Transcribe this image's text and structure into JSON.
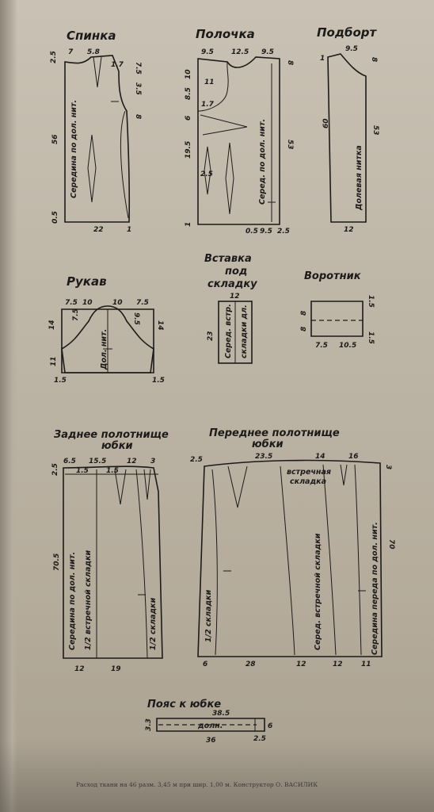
{
  "titles": {
    "spinka": "Спинка",
    "polochka": "Полочка",
    "podbort": "Подборт",
    "rukav": "Рукав",
    "vstavka_1": "Вставка",
    "vstavka_2": "под",
    "vstavka_3": "складку",
    "vorotnik": "Воротник",
    "back_skirt_1": "Заднее полотнище",
    "back_skirt_2": "юбки",
    "front_skirt_1": "Переднее полотнище",
    "front_skirt_2": "юбки",
    "belt": "Пояс к юбке"
  },
  "spinka": {
    "top": [
      "7",
      "5.8"
    ],
    "left_top": "2.5",
    "right": [
      "1.7",
      "7.5",
      "3.5",
      "8"
    ],
    "left_mid": "56",
    "left_bottom": "0.5",
    "bottom": [
      "22",
      "1"
    ],
    "grain": "Середина по дол. нит."
  },
  "polochka": {
    "top": [
      "9.5",
      "12.5",
      "9.5"
    ],
    "right_top": "8",
    "left": [
      "10",
      "11",
      "8.5",
      "1.7",
      "6",
      "19.5",
      "2.5",
      "1"
    ],
    "right_mid": "53",
    "bottom": [
      "0.5",
      "9.5",
      "2.5"
    ],
    "grain": "Серед. по дол. нит."
  },
  "podbort": {
    "top": "9.5",
    "left_top": "1",
    "right_top": "8",
    "left": "60",
    "right": "53",
    "bottom": "12",
    "grain": "Долевая нитка"
  },
  "rukav": {
    "top": [
      "7.5",
      "10",
      "10",
      "7.5"
    ],
    "inner": [
      "7.5",
      "9.5"
    ],
    "sides": [
      "14",
      "14",
      "11"
    ],
    "bottom": [
      "1.5",
      "1.5"
    ],
    "grain": "Дол. нит."
  },
  "vstavka": {
    "top": "12",
    "left": "23",
    "text_1": "Серед. встр.",
    "text_2": "складки дл."
  },
  "vorotnik": {
    "right": [
      "1.5",
      "1.5"
    ],
    "left": [
      "8",
      "8"
    ],
    "bottom": [
      "7.5",
      "10.5"
    ]
  },
  "back_skirt": {
    "top": [
      "6.5",
      "15.5",
      "12",
      "3"
    ],
    "small": [
      "2.5",
      "1.5",
      "1.5"
    ],
    "left": "70.5",
    "grain": "Середина по дол. нит.",
    "fold_1": "1/2 встречной складки",
    "fold_2": "1/2 складки",
    "bottom": [
      "12",
      "19"
    ]
  },
  "front_skirt": {
    "top": [
      "2.5",
      "23.5",
      "14",
      "16"
    ],
    "right_top": "3",
    "right": "70",
    "fold_1": "1/2 складки",
    "fold_2": "Серед. встречной складки",
    "fold_top_1": "встречная",
    "fold_top_2": "складка",
    "grain": "Середина переда по дол. нит.",
    "bottom": [
      "6",
      "28",
      "12",
      "12",
      "11"
    ]
  },
  "belt": {
    "top": "38.5",
    "left": "3.3",
    "right": "6",
    "text": "долн.",
    "bottom": [
      "36",
      "2.5"
    ]
  },
  "footer": "Расход ткани на 46 разм. 3,45 м при шир. 1,00 м. Конструктор О. ВАСИЛИК"
}
